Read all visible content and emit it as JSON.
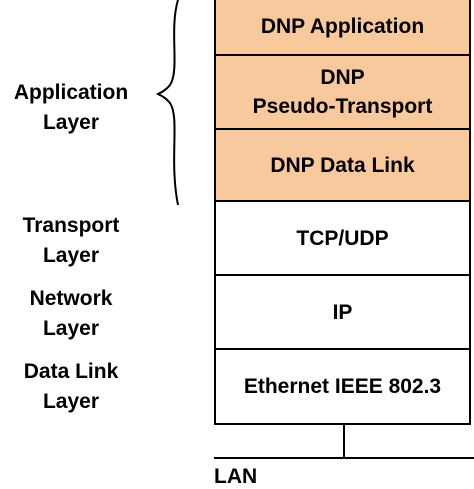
{
  "colors": {
    "dnp_fill": "#f9c99e",
    "plain_fill": "#ffffff",
    "stroke": "#000000"
  },
  "labels": {
    "application": [
      "Application",
      "Layer"
    ],
    "transport": [
      "Transport",
      "Layer"
    ],
    "network": [
      "Network",
      "Layer"
    ],
    "datalink": [
      "Data Link",
      "Layer"
    ]
  },
  "stack": {
    "dnp_application": [
      "DNP Application"
    ],
    "dnp_pseudo_transport": [
      "DNP",
      "Pseudo-Transport"
    ],
    "dnp_data_link": [
      "DNP Data Link"
    ],
    "tcp_udp": [
      "TCP/UDP"
    ],
    "ip": [
      "IP"
    ],
    "ethernet": [
      "Ethernet IEEE 802.3"
    ]
  },
  "network": {
    "lan_label": "LAN"
  }
}
